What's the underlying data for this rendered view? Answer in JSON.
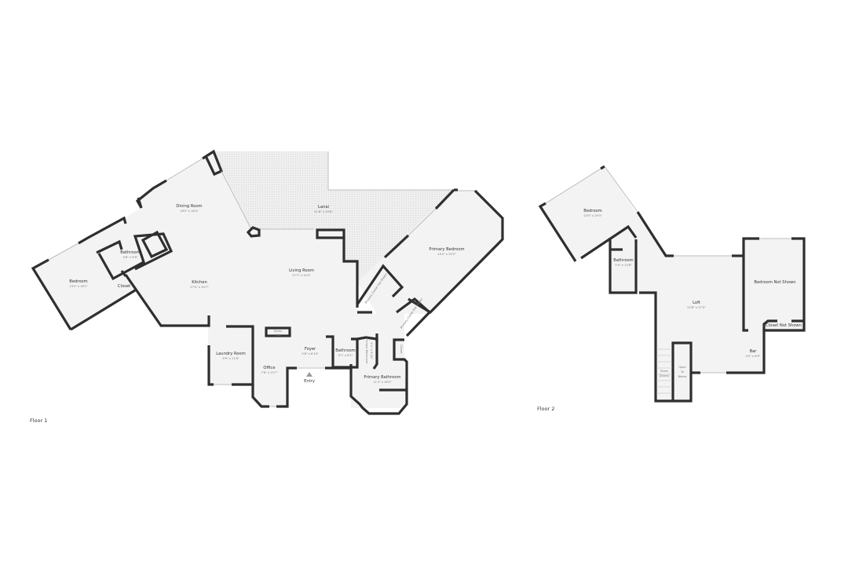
{
  "floors": [
    {
      "label": "Floor 1"
    },
    {
      "label": "Floor 2"
    }
  ],
  "rooms": {
    "f1_bedroom": {
      "name": "Bedroom",
      "dims": "13'2\" x 16'1\""
    },
    "f1_dining": {
      "name": "Dining Room",
      "dims": "18'2\" x 18'4\""
    },
    "f1_bathroom": {
      "name": "Bathroom",
      "dims": "9'6\" x 5'6\""
    },
    "f1_closet": {
      "name": "Closet"
    },
    "f1_kitchen": {
      "name": "Kitchen",
      "dims": "27'0\" x 14'7\""
    },
    "f1_lanai": {
      "name": "Lanai",
      "dims": "51'6\" x 29'6\""
    },
    "f1_living": {
      "name": "Living Room",
      "dims": "27'7\" x 15'4\""
    },
    "f1_primary_bedroom": {
      "name": "Primary Bedroom",
      "dims": "14'2\" x 25'2\""
    },
    "f1_primary_closet_1": {
      "name": "Primary Closet Not Shown"
    },
    "f1_primary_closet_2": {
      "name": "Primary Closet Not Shown"
    },
    "f1_stairs": {
      "name": "Stairs",
      "sub": "(Up)"
    },
    "f1_laundry": {
      "name": "Laundry Room",
      "dims": "9'9\" x 11'8\""
    },
    "f1_office": {
      "name": "Office",
      "dims": "7'6\" x 13'7\""
    },
    "f1_foyer": {
      "name": "Foyer",
      "dims": "9'8\" x 6'10\""
    },
    "f1_entry": {
      "name": "Entry"
    },
    "f1_bathroom2": {
      "name": "Bathroom",
      "dims": "5'1\" x 6'1\""
    },
    "f1_primary_bath_small": {
      "name": "Primary Bathroom",
      "dims": "2'1\" x 5'10\""
    },
    "f1_closet2": {
      "name": "Closet"
    },
    "f1_primary_bathroom": {
      "name": "Primary Bathroom",
      "dims": "11'1\" x 16'2\""
    },
    "f2_bedroom": {
      "name": "Bedroom",
      "dims": "23'0\" x 29'3\""
    },
    "f2_bathroom": {
      "name": "Bathroom",
      "dims": "5'0\" x 13'8\""
    },
    "f2_loft": {
      "name": "Loft",
      "dims": "22'6\" x 27'9\""
    },
    "f2_bedroom_ns": {
      "name": "Bedroom Not Shown"
    },
    "f2_closet_ns": {
      "name": "Closet Not Shown"
    },
    "f2_bar": {
      "name": "Bar",
      "dims": "4'2\" x 8'9\""
    },
    "f2_stairs": {
      "name": "Stairs",
      "sub": "(Down)"
    },
    "f2_open": {
      "name": "Open",
      "sub": "To",
      "sub2": "Below"
    }
  },
  "colors": {
    "wall": "#2f2f2f",
    "floor_fill": "#f3f3f3",
    "lanai_fill": "#e6e6e6"
  }
}
